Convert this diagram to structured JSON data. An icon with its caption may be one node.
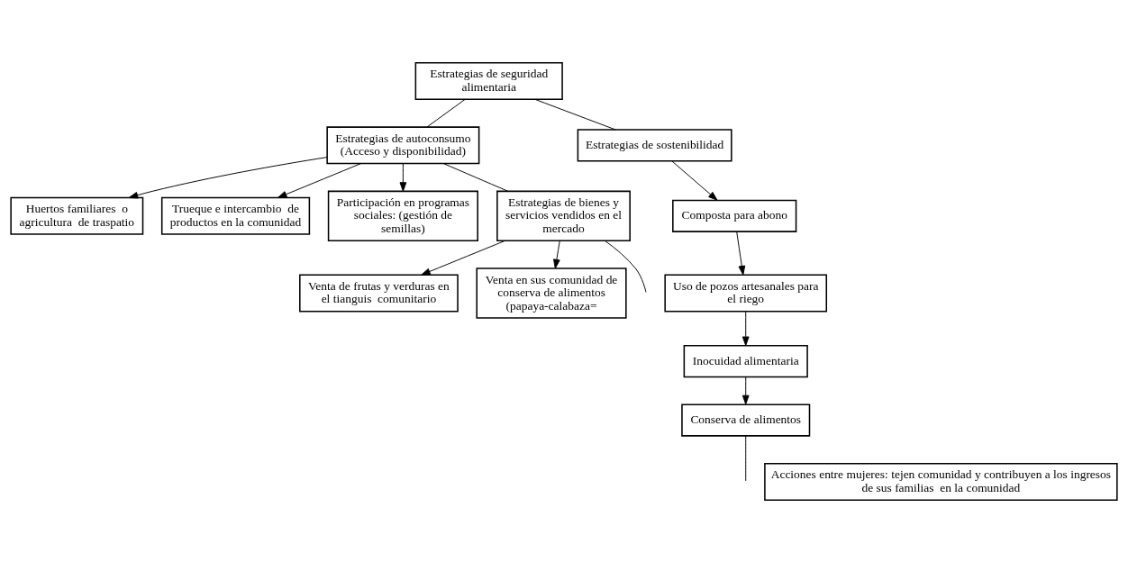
{
  "diagram": {
    "nodes": [
      {
        "text": [
          "Estrategias de seguridad  alimentaria"
        ]
      },
      {
        "text": [
          "Estrategias de autoconsumo (Acceso y disponibilidad)"
        ]
      },
      {
        "text": [
          "Huertos familiares  o agricultura  de traspatio"
        ]
      },
      {
        "text": [
          "Trueque e intercambio  de productos en la comunidad"
        ]
      },
      {
        "text": [
          "Participación en programas sociales: (gestión de semillas)"
        ]
      },
      {
        "text": [
          "Estrategias de bienes y servicios vendidos en el mercado"
        ]
      },
      {
        "text": [
          "Venta de frutas y verduras en el tianguis  comunitario"
        ]
      },
      {
        "text": [
          "Venta en sus comunidad de conserva de alimentos (papaya-calabaza="
        ]
      },
      {
        "text": [
          "Estrategias de sostenibilidad"
        ]
      },
      {
        "text": [
          "Composta para abono"
        ]
      },
      {
        "text": [
          "Uso de pozos artesanales para el riego"
        ]
      },
      {
        "text": [
          "Inocuidad alimentaria"
        ]
      },
      {
        "text": [
          "Conserva de alimentos"
        ]
      },
      {
        "text": [
          "Acciones entre mujeres: tejen comunidad y contribuyen a los ingresos de sus familias  en la comunidad"
        ]
      }
    ],
    "edges": [
      {
        "from": 0,
        "to": 1,
        "arrow": "none"
      },
      {
        "from": 1,
        "to": 5,
        "arrow": "none"
      },
      {
        "from": 5,
        "to": null,
        "arrow": "none"
      },
      {
        "from": 0,
        "to": 8,
        "arrow": "none"
      },
      {
        "from": 1,
        "to": 2,
        "arrow": "to"
      },
      {
        "from": 1,
        "to": 3,
        "arrow": "to"
      },
      {
        "from": 1,
        "to": 4,
        "arrow": "to"
      },
      {
        "from": 5,
        "to": 6,
        "arrow": "to"
      },
      {
        "from": 5,
        "to": 7,
        "arrow": "to"
      },
      {
        "from": 8,
        "to": 9,
        "arrow": "to"
      },
      {
        "from": 9,
        "to": 10,
        "arrow": "to"
      },
      {
        "from": 10,
        "to": 11,
        "arrow": "to"
      },
      {
        "from": 11,
        "to": 12,
        "arrow": "to"
      },
      {
        "from": 12,
        "to": null,
        "arrow": "none"
      }
    ]
  }
}
